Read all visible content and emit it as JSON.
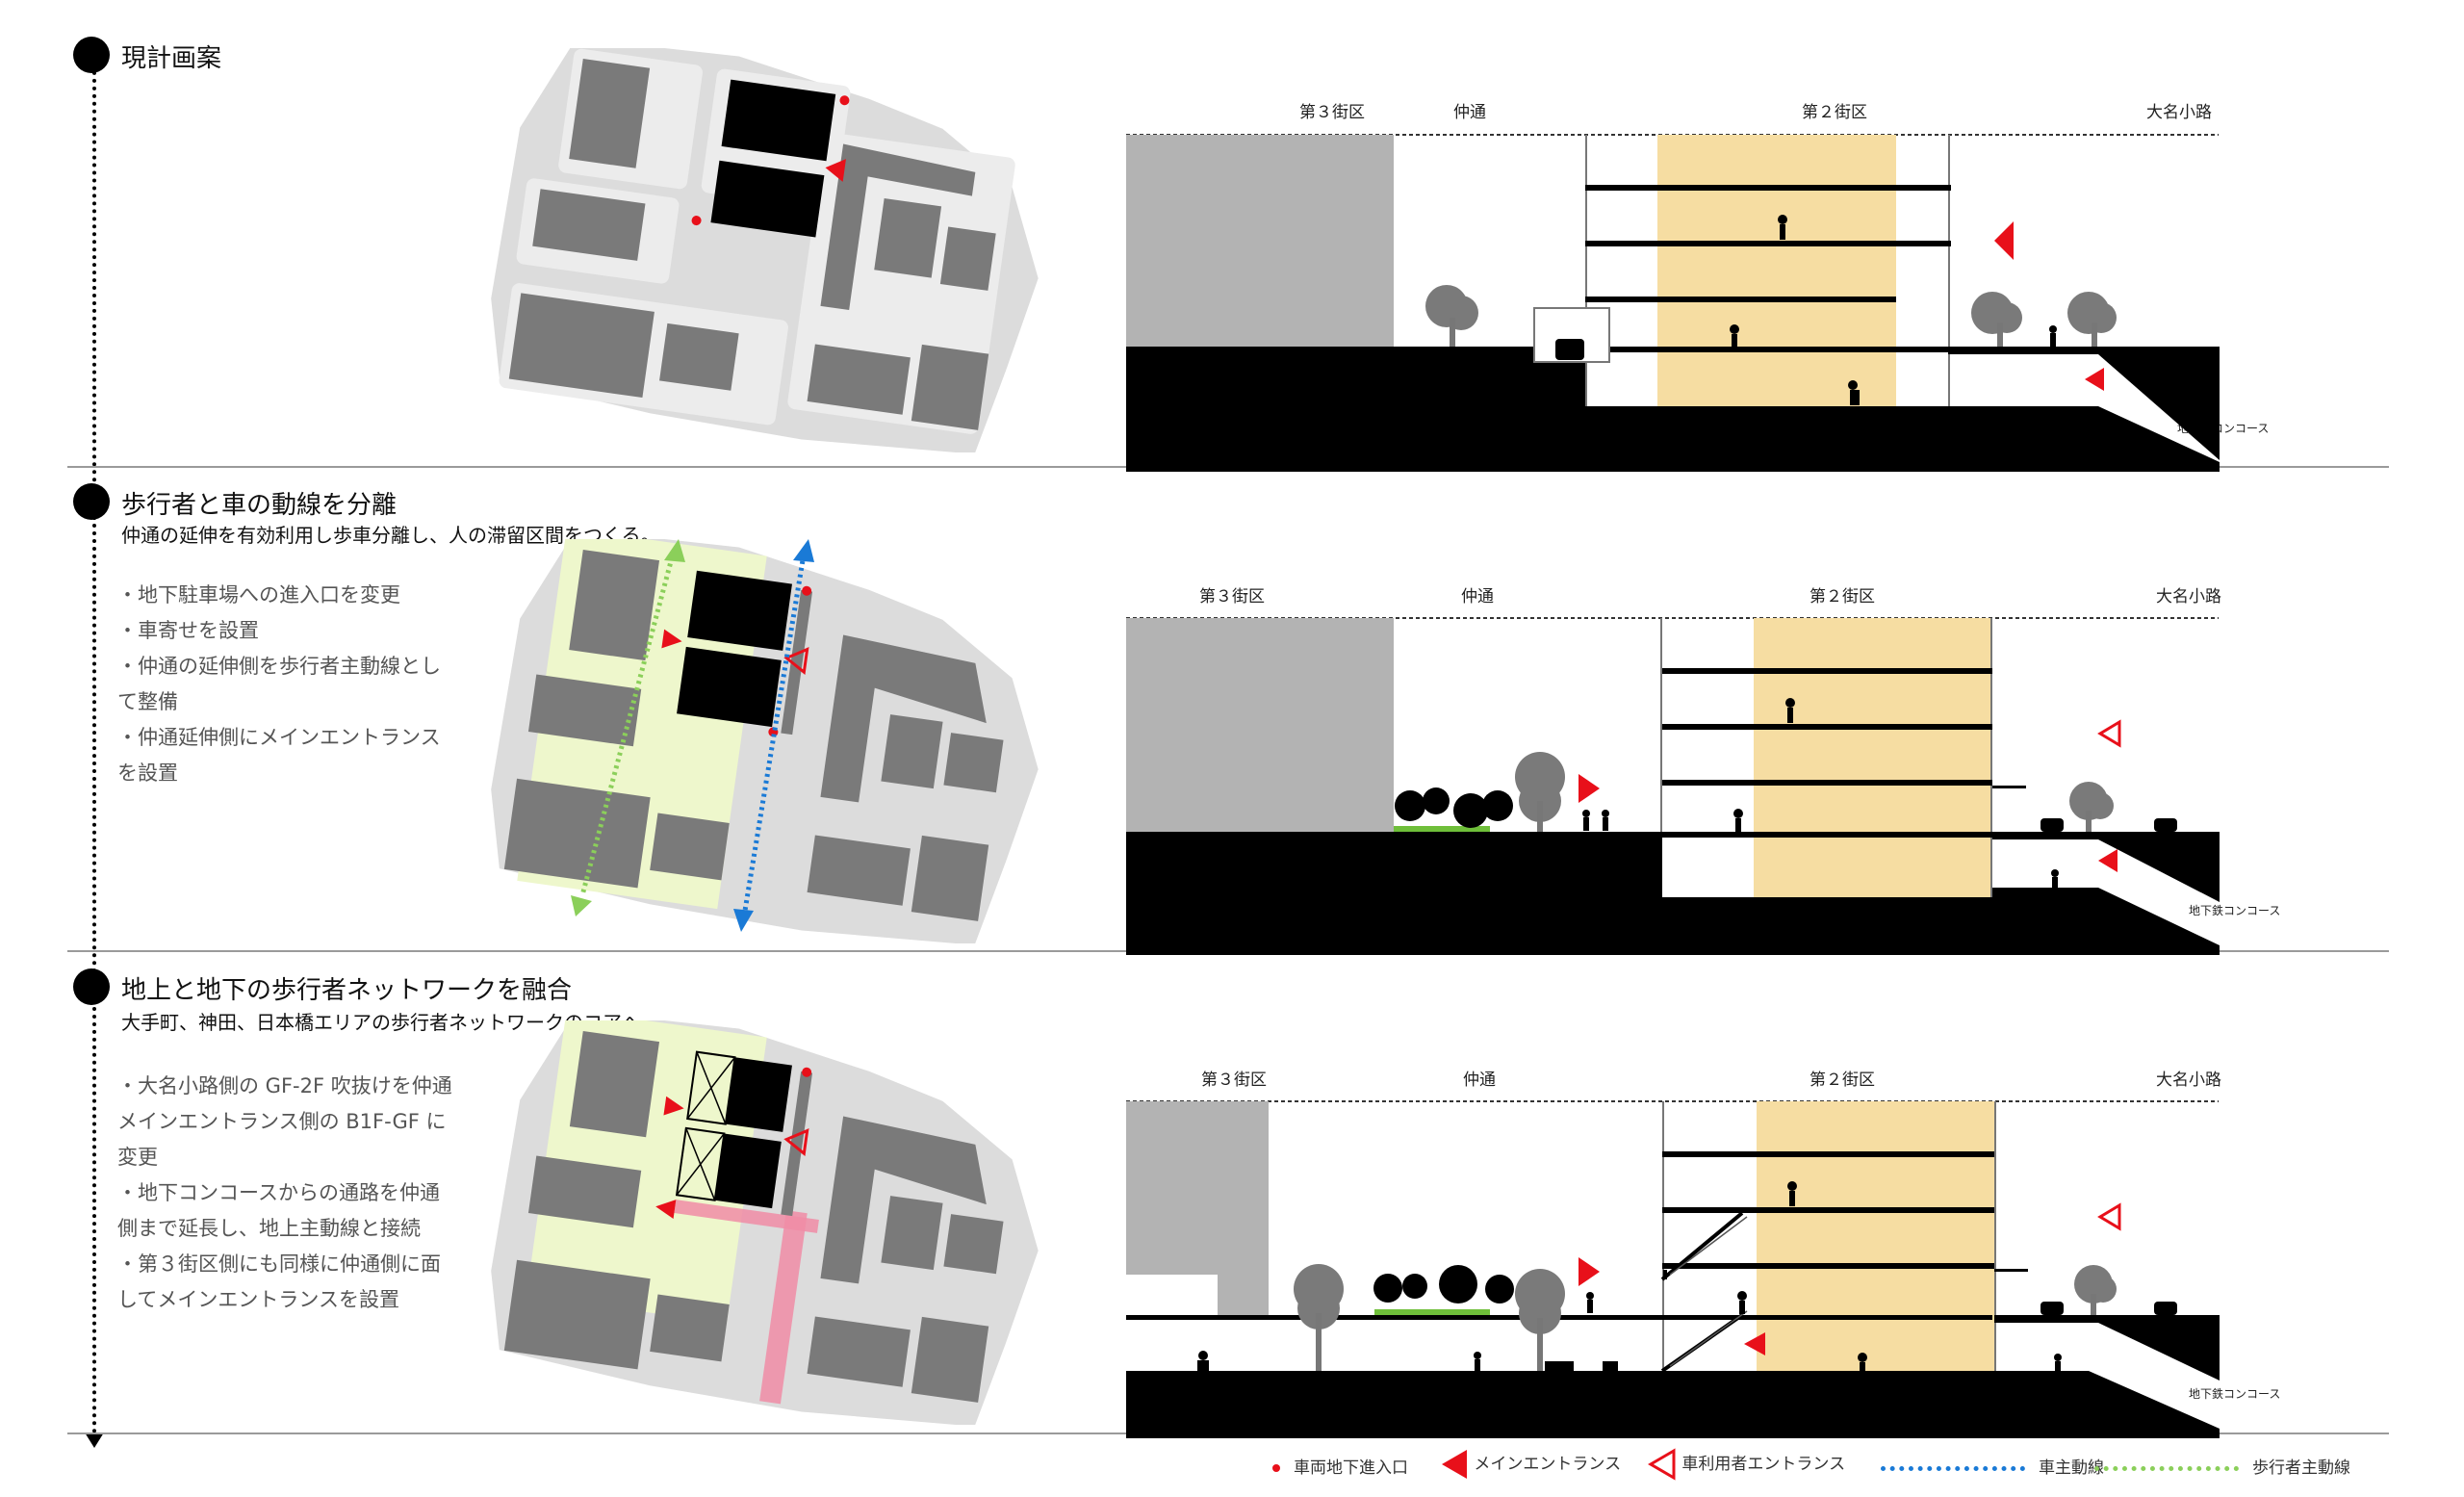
{
  "sections": [
    {
      "title": "現計画案",
      "subtitle": "",
      "bullets": []
    },
    {
      "title": "歩行者と車の動線を分離",
      "subtitle": "仲通の延伸を有効利用し歩車分離し、人の滞留区間をつくる。",
      "bullets": [
        "・地下駐車場への進入口を変更",
        "・車寄せを設置",
        "・仲通の延伸側を歩行者主動線とし\nて整備",
        "・仲通延伸側にメインエントランス\nを設置"
      ]
    },
    {
      "title": "地上と地下の歩行者ネットワークを融合",
      "subtitle": "大手町、神田、日本橋エリアの歩行者ネットワークのコアへ",
      "bullets": [
        "・大名小路側の GF-2F 吹抜けを仲通\nメインエントランス側の B1F-GF に\n変更",
        "・地下コンコースからの通路を仲通\n側まで延長し、地上主動線と接続",
        "・第３街区側にも同様に仲通側に面\nしてメインエントランスを設置"
      ]
    }
  ],
  "section_labels": {
    "district3": "第３街区",
    "nakadori": "仲通",
    "district2": "第２街区",
    "daimyo": "大名小路",
    "concourse": "地下鉄コンコース"
  },
  "legend": {
    "vehicle_entry": "車両地下進入口",
    "main_entrance": "メインエントランス",
    "car_user_entrance": "車利用者エントランス",
    "vehicle_route": "車主動線",
    "pedestrian_route": "歩行者主動線"
  },
  "colors": {
    "accent_red": "#e8101a",
    "atrium_yellow": "#f6dda2",
    "vehicle_blue": "#1a7ad6",
    "pedestrian_green": "#8bcf5a",
    "pink_path": "#f08ca6",
    "building_gray": "#7a7a7a",
    "site_light": "#d9d9d9"
  }
}
